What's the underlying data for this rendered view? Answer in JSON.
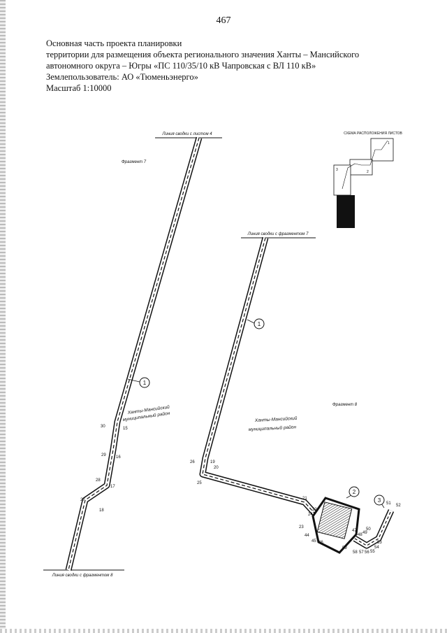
{
  "page_number": "467",
  "header": {
    "line1": "Основная часть проекта планировки",
    "line2": "территории для размещения объекта регионального значения Ханты – Мансийского",
    "line3": "автономного округа – Югры «ПС 110/35/10 кВ Чапровская с ВЛ 110 кВ»",
    "line4": "Землепользователь: АО «Тюменьэнерго»",
    "line5": "Масштаб 1:10000"
  },
  "map": {
    "labels": {
      "join_sheet4": "Линия сводки с листом 4",
      "join_frag7": "Линия сводки с фрагментом 7",
      "join_frag8": "Линия сводки с фрагментом 8",
      "fragment7": "Фрагмент 7",
      "fragment8": "Фрагмент 8",
      "district_left_1": "Ханты-Мансийский",
      "district_left_2": "муниципальный район",
      "district_right_1": "Ханты-Мансийский",
      "district_right_2": "муниципальный район",
      "scheme_title": "СХЕМА РАСПОЛОЖЕНИЯ ЛИСТОВ"
    },
    "circles": [
      "1",
      "1",
      "2",
      "3"
    ],
    "scheme_numbers": [
      "1",
      "2",
      "3"
    ],
    "points_left": [
      "30",
      "15",
      "29",
      "16",
      "28",
      "17",
      "27",
      "18"
    ],
    "points_right": [
      "26",
      "19",
      "20",
      "25",
      "21",
      "22",
      "24",
      "23",
      "44",
      "45",
      "46",
      "59",
      "58",
      "57",
      "56",
      "55",
      "54",
      "53",
      "47",
      "48",
      "49",
      "50",
      "51",
      "52"
    ],
    "colors": {
      "line": "#111111",
      "hatch": "#333333",
      "block": "#111111"
    }
  }
}
